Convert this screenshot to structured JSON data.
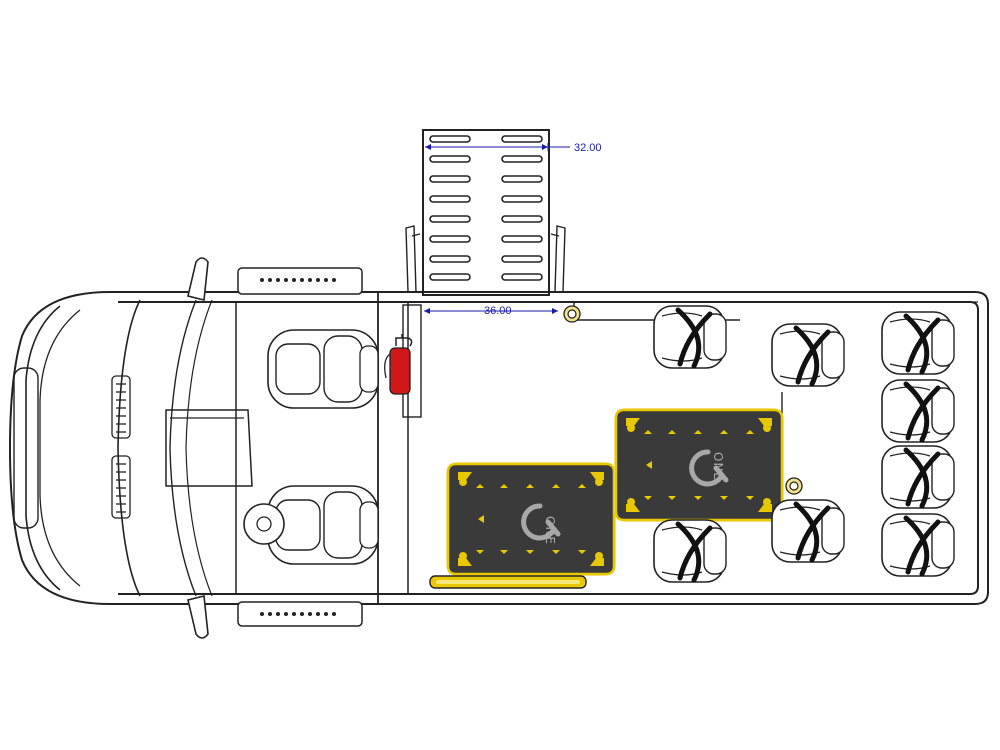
{
  "dimensions": {
    "ramp_width": "32.00",
    "door_opening": "36.00"
  },
  "securement_logo_text": "ONE",
  "colors": {
    "outline": "#222222",
    "dimension": "#1a1aa8",
    "extinguisher": "#d01818",
    "track_plate": "#3a3a3a",
    "track_trim": "#e8c800",
    "belt": "#111111"
  },
  "icons": {
    "extinguisher": "fire-extinguisher-icon",
    "securement_station": "q-one-securement-icon",
    "handrail": "handrail-icon"
  }
}
